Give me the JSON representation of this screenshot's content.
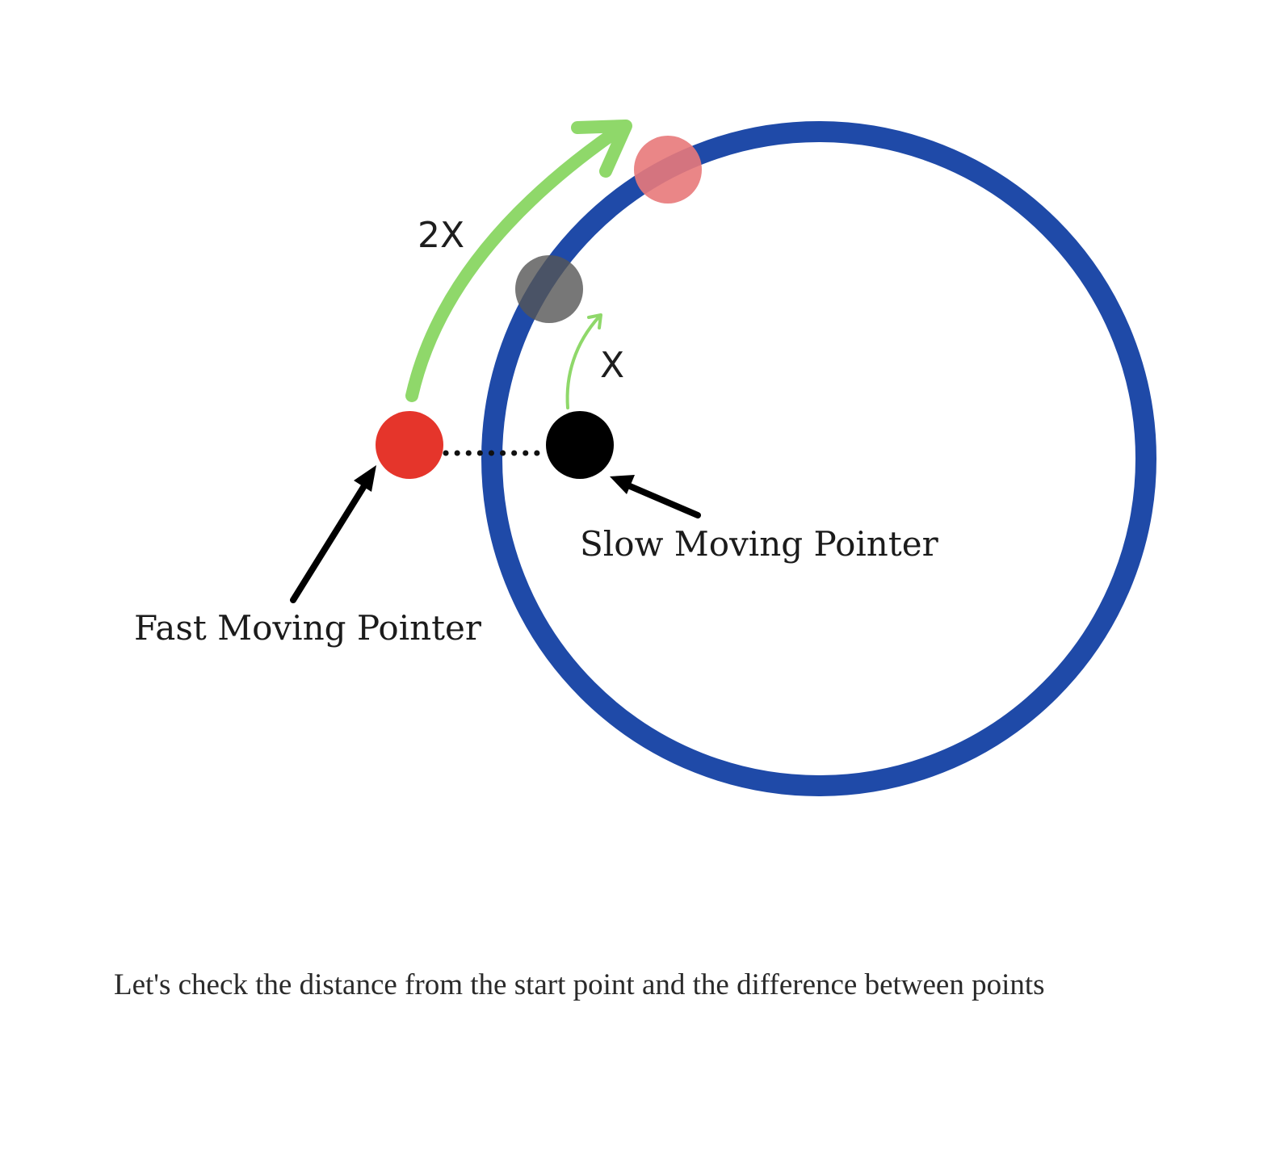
{
  "diagram": {
    "fast_speed_label": "2X",
    "slow_speed_label": "X",
    "fast_pointer_label": "Fast Moving Pointer",
    "slow_pointer_label": "Slow Moving Pointer",
    "colors": {
      "cycle": "#1f4aa8",
      "fast_pointer": "#e5352b",
      "fast_pointer_next": "#e8797a",
      "slow_pointer": "#000000",
      "slow_pointer_next": "#6e6e6e",
      "motion_arrow": "#8fd86a",
      "label_arrow": "#000000"
    }
  },
  "caption": {
    "text": "Let's check the distance from the start point and the difference between points"
  }
}
